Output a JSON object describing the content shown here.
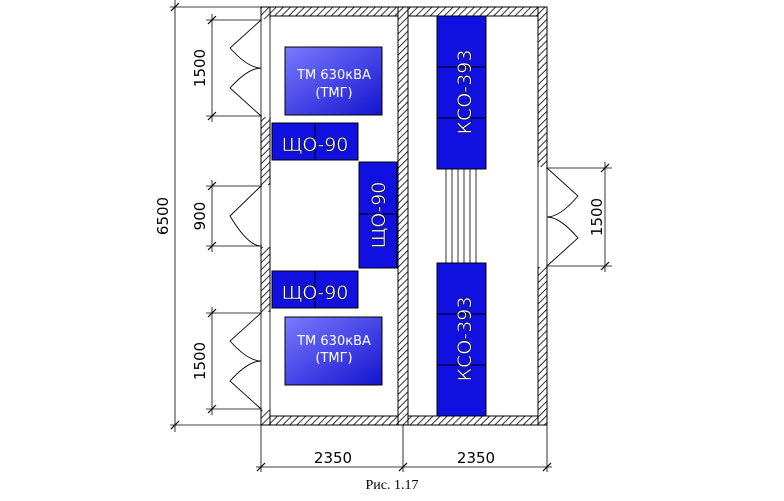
{
  "dimensions": {
    "total_height": "6500",
    "top_door": "1500",
    "middle_door": "900",
    "bottom_door": "1500",
    "right_door": "1500",
    "left_width": "2350",
    "right_width": "2350"
  },
  "equipment": {
    "transformer_top": {
      "line1": "ТМ 630кВА",
      "line2": "(ТМГ)"
    },
    "transformer_bottom": {
      "line1": "ТМ 630кВА",
      "line2": "(ТМГ)"
    },
    "panel_top": "ЩО-90",
    "panel_middle": "ЩО-90",
    "panel_bottom": "ЩО-90",
    "cabinet_top": "КСО-393",
    "cabinet_bottom": "КСО-393"
  },
  "caption": "Рис. 1.17",
  "colors": {
    "equipment": "#1010e0",
    "transformer_light": "#6a6aff",
    "transformer_dark": "#1a1ad6",
    "line": "#000000"
  }
}
